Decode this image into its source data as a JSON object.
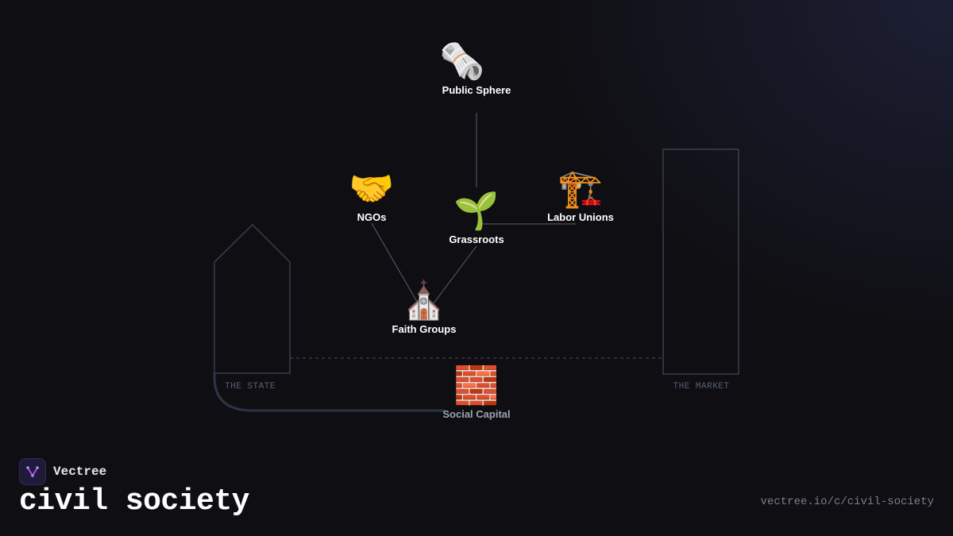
{
  "brand": {
    "name": "Vectree",
    "logo_icon": "vectree-logo-icon",
    "accent": "#a855f7"
  },
  "page": {
    "title": "civil society",
    "url": "vectree.io/c/civil-society"
  },
  "diagram": {
    "colors": {
      "edge": "#5a5f6b",
      "building": "#3a3f4a",
      "arc": "#2a3548",
      "dashed": "#4a4f5a"
    },
    "buildings": [
      {
        "id": "state",
        "label": "THE STATE",
        "icon": "house-outline"
      },
      {
        "id": "market",
        "label": "THE MARKET",
        "icon": "tower-outline"
      }
    ],
    "nodes": [
      {
        "id": "public-sphere",
        "label": "Public Sphere",
        "emoji": "🗞️",
        "icon": "newspaper-icon"
      },
      {
        "id": "ngos",
        "label": "NGOs",
        "emoji": "🤝",
        "icon": "handshake-icon"
      },
      {
        "id": "grassroots",
        "label": "Grassroots",
        "emoji": "🌱",
        "icon": "seedling-icon"
      },
      {
        "id": "labor-unions",
        "label": "Labor Unions",
        "emoji": "🏗️",
        "icon": "crane-icon"
      },
      {
        "id": "faith-groups",
        "label": "Faith Groups",
        "emoji": "⛪",
        "icon": "church-icon"
      },
      {
        "id": "social-capital",
        "label": "Social Capital",
        "emoji": "🧱",
        "icon": "bricks-icon"
      }
    ],
    "edges": [
      {
        "from": "public-sphere",
        "to": "grassroots"
      },
      {
        "from": "grassroots",
        "to": "labor-unions"
      },
      {
        "from": "ngos",
        "to": "faith-groups"
      },
      {
        "from": "grassroots",
        "to": "faith-groups"
      }
    ]
  }
}
